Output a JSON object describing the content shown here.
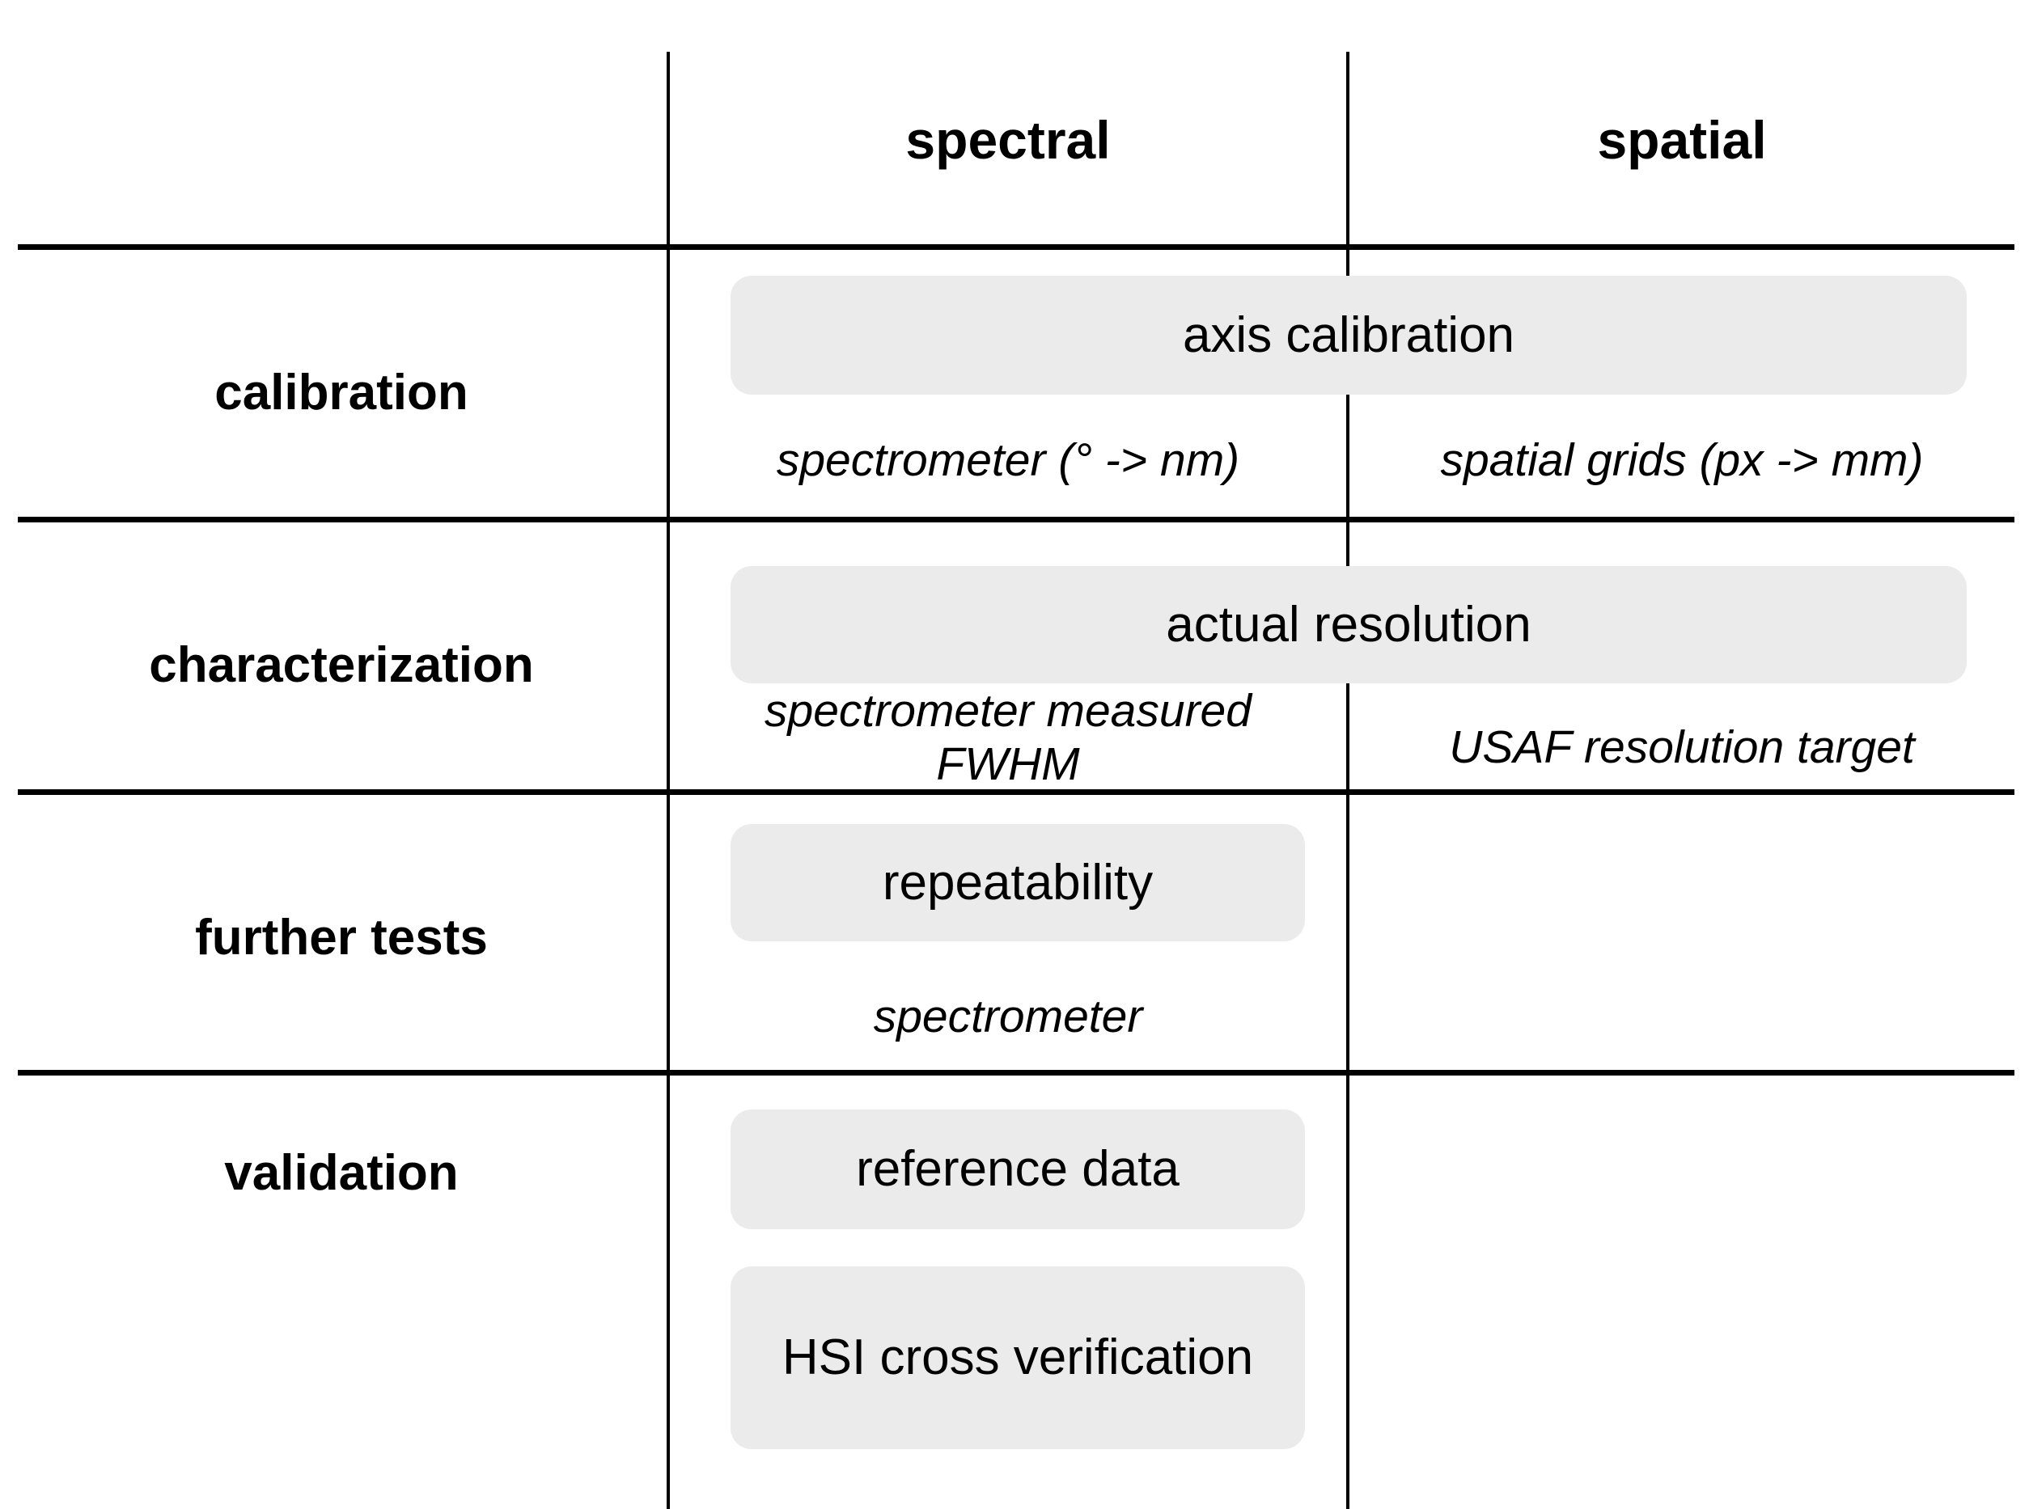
{
  "table": {
    "column_headers": [
      {
        "key": "row_label",
        "label": ""
      },
      {
        "key": "spectral",
        "label": "spectral"
      },
      {
        "key": "spatial",
        "label": "spatial"
      }
    ],
    "rows": [
      {
        "label": "calibration",
        "pills": [
          {
            "text": "axis calibration",
            "span": "both"
          }
        ],
        "descriptors": {
          "spectral": "spectrometer (° -> nm)",
          "spatial": "spatial grids (px -> mm)"
        }
      },
      {
        "label": "characterization",
        "pills": [
          {
            "text": "actual resolution",
            "span": "both"
          }
        ],
        "descriptors": {
          "spectral": "spectrometer measured\nFWHM",
          "spatial": "USAF resolution target"
        }
      },
      {
        "label": "further tests",
        "pills": [
          {
            "text": "repeatability",
            "span": "spectral"
          }
        ],
        "descriptors": {
          "spectral": "spectrometer",
          "spatial": ""
        }
      },
      {
        "label": "validation",
        "pills": [
          {
            "text": "reference data",
            "span": "spectral"
          },
          {
            "text": "HSI cross\nverification",
            "span": "spectral"
          }
        ],
        "descriptors": {
          "spectral": "",
          "spatial": ""
        }
      }
    ]
  },
  "colors": {
    "pill_background": "#ebebeb",
    "rule": "#000000",
    "text": "#000000",
    "page_background": "#ffffff"
  }
}
